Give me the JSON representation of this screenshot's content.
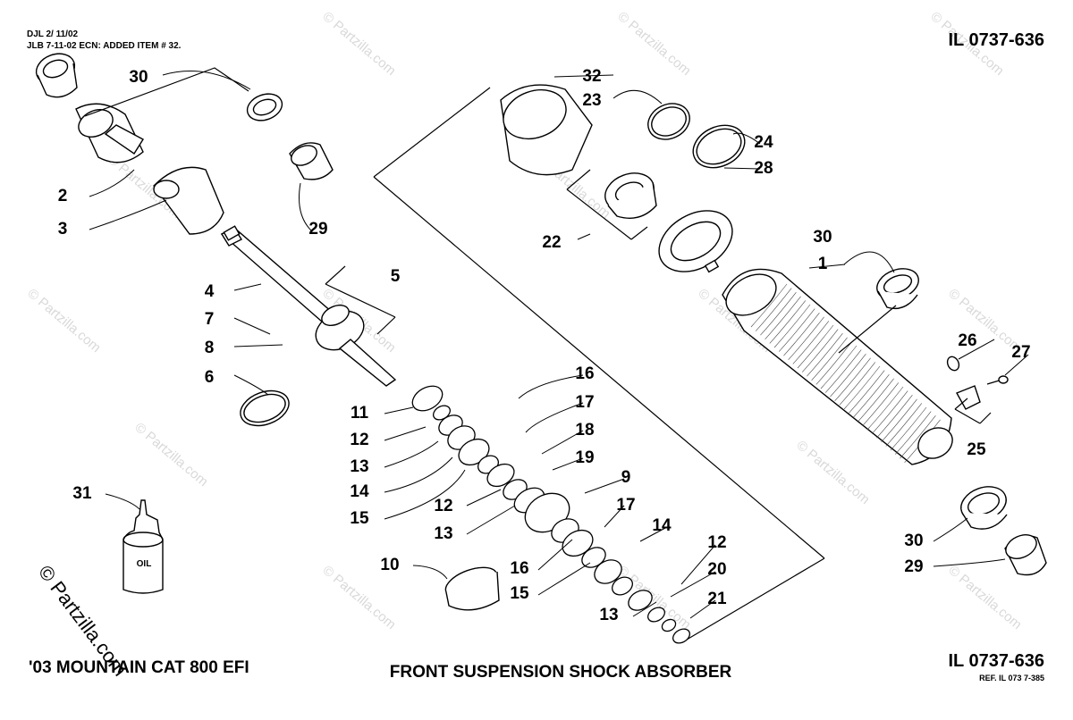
{
  "header": {
    "revision_line1": "DJL 2/ 11/02",
    "revision_line2": "JLB 7-11-02 ECN: ADDED ITEM # 32.",
    "illustration_id_top": "IL 0737-636"
  },
  "footer": {
    "model": "'03 MOUNTAIN CAT  800 EFI",
    "title": "FRONT SUSPENSION SHOCK ABSORBER",
    "illustration_id_bottom": "IL 0737-636",
    "reference": "REF. IL 073 7-385"
  },
  "watermark": {
    "text": "© Partzilla.com"
  },
  "oil_bottle_label": "OIL",
  "callouts": [
    {
      "id": "c1",
      "label": "1"
    },
    {
      "id": "c2",
      "label": "2"
    },
    {
      "id": "c3",
      "label": "3"
    },
    {
      "id": "c4",
      "label": "4"
    },
    {
      "id": "c5",
      "label": "5"
    },
    {
      "id": "c6",
      "label": "6"
    },
    {
      "id": "c7",
      "label": "7"
    },
    {
      "id": "c8",
      "label": "8"
    },
    {
      "id": "c9",
      "label": "9"
    },
    {
      "id": "c10",
      "label": "10"
    },
    {
      "id": "c11",
      "label": "11"
    },
    {
      "id": "c12a",
      "label": "12"
    },
    {
      "id": "c12b",
      "label": "12"
    },
    {
      "id": "c12c",
      "label": "12"
    },
    {
      "id": "c13a",
      "label": "13"
    },
    {
      "id": "c13b",
      "label": "13"
    },
    {
      "id": "c13c",
      "label": "13"
    },
    {
      "id": "c14a",
      "label": "14"
    },
    {
      "id": "c14b",
      "label": "14"
    },
    {
      "id": "c15a",
      "label": "15"
    },
    {
      "id": "c15b",
      "label": "15"
    },
    {
      "id": "c16a",
      "label": "16"
    },
    {
      "id": "c16b",
      "label": "16"
    },
    {
      "id": "c17a",
      "label": "17"
    },
    {
      "id": "c17b",
      "label": "17"
    },
    {
      "id": "c18",
      "label": "18"
    },
    {
      "id": "c19",
      "label": "19"
    },
    {
      "id": "c20",
      "label": "20"
    },
    {
      "id": "c21",
      "label": "21"
    },
    {
      "id": "c22",
      "label": "22"
    },
    {
      "id": "c23",
      "label": "23"
    },
    {
      "id": "c24",
      "label": "24"
    },
    {
      "id": "c25",
      "label": "25"
    },
    {
      "id": "c26",
      "label": "26"
    },
    {
      "id": "c27",
      "label": "27"
    },
    {
      "id": "c28",
      "label": "28"
    },
    {
      "id": "c29a",
      "label": "29"
    },
    {
      "id": "c29b",
      "label": "29"
    },
    {
      "id": "c30a",
      "label": "30"
    },
    {
      "id": "c30b",
      "label": "30"
    },
    {
      "id": "c30c",
      "label": "30"
    },
    {
      "id": "c31",
      "label": "31"
    },
    {
      "id": "c32",
      "label": "32"
    }
  ]
}
